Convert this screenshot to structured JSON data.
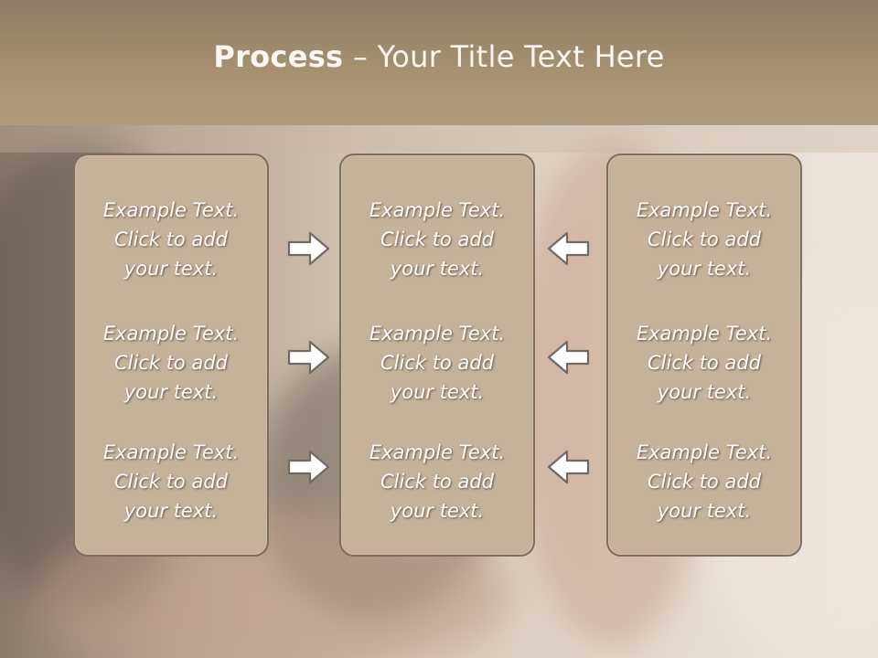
{
  "title": {
    "bold": "Process",
    "rest": " – Your Title Text Here"
  },
  "columns": [
    {
      "items": [
        {
          "line1": "Example Text.",
          "line2": "Click  to add",
          "line3": "your text."
        },
        {
          "line1": "Example Text.",
          "line2": "Click  to add",
          "line3": "your text."
        },
        {
          "line1": "Example Text.",
          "line2": "Click  to add",
          "line3": "your text."
        }
      ]
    },
    {
      "items": [
        {
          "line1": "Example Text.",
          "line2": "Click  to add",
          "line3": "your text."
        },
        {
          "line1": "Example Text.",
          "line2": "Click  to add",
          "line3": "your text."
        },
        {
          "line1": "Example Text.",
          "line2": "Click  to add",
          "line3": "your text."
        }
      ]
    },
    {
      "items": [
        {
          "line1": "Example Text.",
          "line2": "Click  to add",
          "line3": "your text."
        },
        {
          "line1": "Example Text.",
          "line2": "Click  to add",
          "line3": "your text."
        },
        {
          "line1": "Example Text.",
          "line2": "Click  to add",
          "line3": "your text."
        }
      ]
    }
  ],
  "arrows": {
    "left_group": "arrow-right-icon",
    "right_group": "arrow-left-icon"
  },
  "colors": {
    "header": "#a6906f",
    "panel": "#c6b298",
    "panel_border": "#7e6d5c",
    "text": "#ffffff"
  }
}
